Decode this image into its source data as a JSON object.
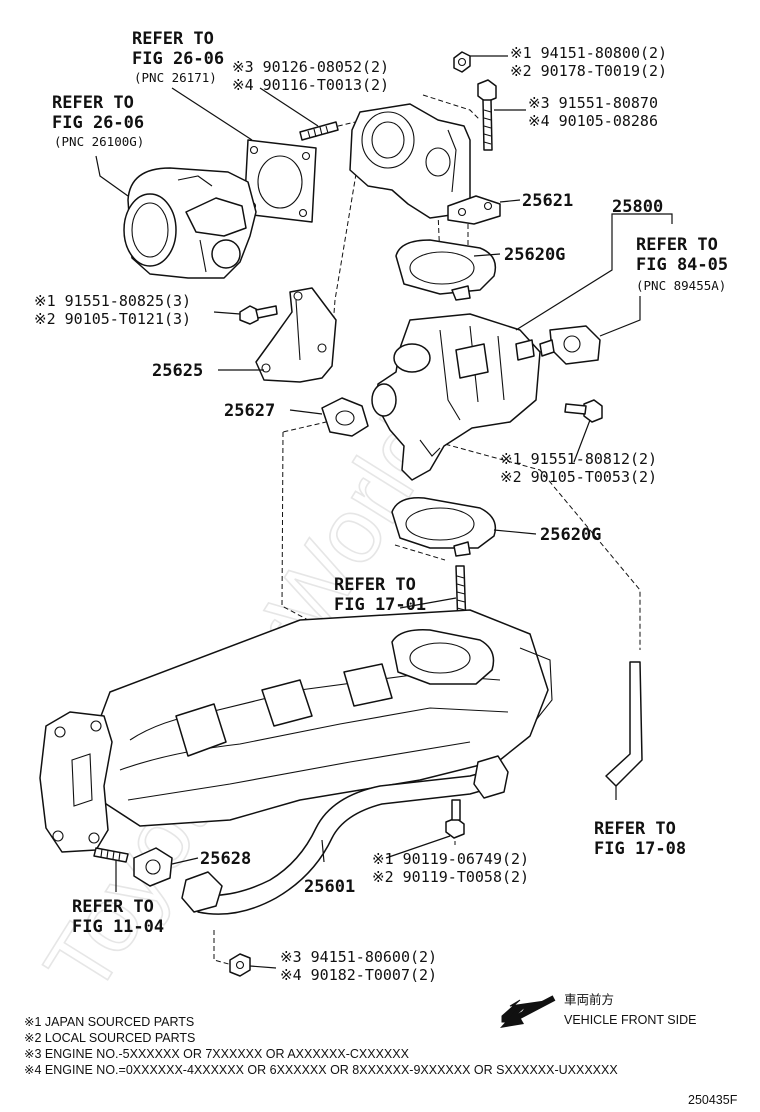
{
  "diagram_code": "250435F",
  "watermark": "ToyotaCarWorld.ru",
  "refs": {
    "throttle_gasket": {
      "l1": "REFER TO",
      "l2": "FIG 26-06",
      "l3": "(PNC 26171)"
    },
    "throttle_body": {
      "l1": "REFER TO",
      "l2": "FIG 26-06",
      "l3": "(PNC 26100G)"
    },
    "egr_actuator": {
      "l1": "REFER TO",
      "l2": "FIG 84-05",
      "l3": "(PNC 89455A)"
    },
    "stud": {
      "l1": "REFER TO",
      "l2": "FIG 17-01"
    },
    "hose": {
      "l1": "REFER TO",
      "l2": "FIG 17-08"
    },
    "stud_lower": {
      "l1": "REFER TO",
      "l2": "FIG 11-04"
    }
  },
  "callouts": {
    "stud_top": [
      "※3 90126-08052(2)",
      "※4 90116-T0013(2)"
    ],
    "nut_top": [
      "※1 94151-80800(2)",
      "※2 90178-T0019(2)"
    ],
    "bolt_top": [
      "※3 91551-80870",
      "※4 90105-08286"
    ],
    "bolt_left": [
      "※1 91551-80825(3)",
      "※2 90105-T0121(3)"
    ],
    "bolt_right": [
      "※1 91551-80812(2)",
      "※2 90105-T0053(2)"
    ],
    "bolt_pipe": [
      "※1 90119-06749(2)",
      "※2 90119-T0058(2)"
    ],
    "nut_pipe": [
      "※3 94151-80600(2)",
      "※4 90182-T0007(2)"
    ]
  },
  "parts": {
    "p25621": "25621",
    "p25800": "25800",
    "p25620g_top": "25620G",
    "p25620g_bottom": "25620G",
    "p25625": "25625",
    "p25627": "25627",
    "p25628": "25628",
    "p25601": "25601"
  },
  "front": {
    "jp": "車両前方",
    "en": "VEHICLE FRONT SIDE"
  },
  "notes": [
    "※1 JAPAN SOURCED PARTS",
    "※2 LOCAL SOURCED PARTS",
    "※3 ENGINE NO.-5XXXXXX OR 7XXXXXX OR AXXXXXX-CXXXXXX",
    "※4 ENGINE NO.=0XXXXXX-4XXXXXX OR 6XXXXXX OR 8XXXXXX-9XXXXXX OR SXXXXXX-UXXXXXX"
  ]
}
